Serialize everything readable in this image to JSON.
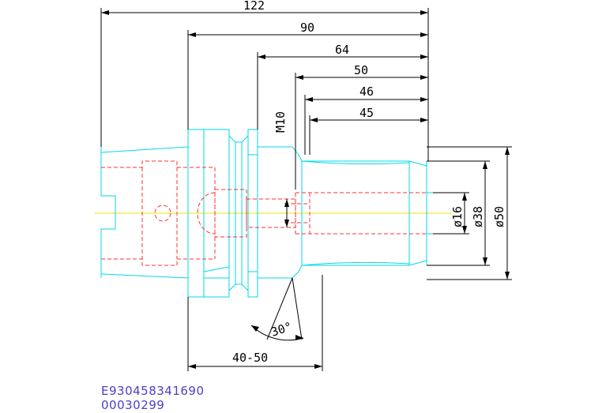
{
  "dimensions": {
    "overall_length": "122",
    "length_90": "90",
    "length_64": "64",
    "length_50": "50",
    "length_46": "46",
    "length_45": "45",
    "thread": "M10",
    "dia_16": "ø16",
    "dia_38": "ø38",
    "dia_50": "ø50",
    "angle": "30°",
    "range": "40-50"
  },
  "codes": {
    "part_number": "E930458341690",
    "order_code": "00030299"
  },
  "colors": {
    "outline": "#00d8e8",
    "hidden": "#ff3030",
    "centerline": "#e8e800",
    "dimension": "#000000",
    "code_text": "#4a40c8"
  }
}
